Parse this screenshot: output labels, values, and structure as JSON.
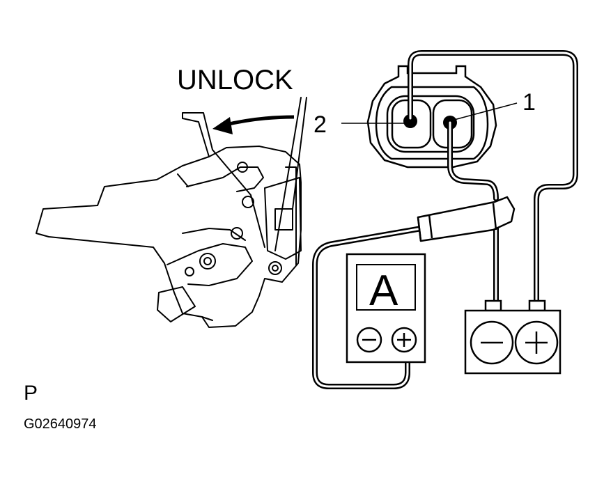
{
  "diagram": {
    "direction_label": "UNLOCK",
    "connector": {
      "terminal_1_label": "1",
      "terminal_2_label": "2"
    },
    "ammeter": {
      "letter": "A",
      "negative_symbol": "negative-sign-icon",
      "positive_symbol": "plus-sign-icon"
    },
    "battery": {
      "negative_symbol": "negative-sign-icon",
      "positive_symbol": "plus-sign-icon"
    },
    "line_color": "#000000",
    "background": "#ffffff"
  },
  "footer": {
    "view_label": "P",
    "figure_code": "G02640974"
  }
}
